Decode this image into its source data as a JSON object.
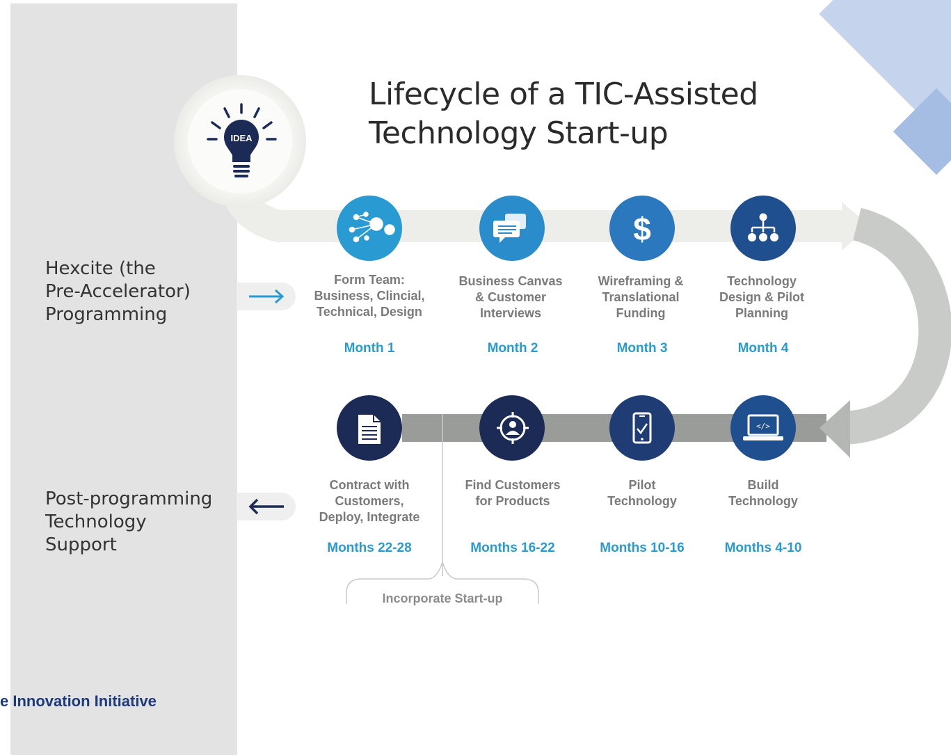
{
  "title": {
    "line1": "Lifecycle of a TIC-Assisted",
    "line2": "Technology Start-up"
  },
  "idea_badge": "IDEA",
  "sections": {
    "pre": {
      "lines": [
        "Hexcite (the",
        "Pre-Accelerator)",
        "Programming"
      ]
    },
    "post": {
      "lines": [
        "Post-programming",
        "Technology",
        "Support"
      ]
    }
  },
  "top_steps": [
    {
      "icon": "network-icon",
      "lines": [
        "Form Team:",
        "Business, Clincial,",
        "Technical, Design"
      ],
      "month": "Month 1"
    },
    {
      "icon": "chat-bubbles-icon",
      "lines": [
        "Business Canvas",
        "& Customer",
        "Interviews"
      ],
      "month": "Month 2"
    },
    {
      "icon": "dollar-icon",
      "lines": [
        "Wireframing &",
        "Translational",
        "Funding"
      ],
      "month": "Month 3"
    },
    {
      "icon": "org-chart-icon",
      "lines": [
        "Technology",
        "Design & Pilot",
        "Planning"
      ],
      "month": "Month 4"
    }
  ],
  "bottom_steps": [
    {
      "icon": "document-icon",
      "lines": [
        "Contract with",
        "Customers,",
        "Deploy, Integrate"
      ],
      "month": "Months 22-28"
    },
    {
      "icon": "target-person-icon",
      "lines": [
        "Find Customers",
        "for Products"
      ],
      "month": "Months 16-22"
    },
    {
      "icon": "mobile-phone-icon",
      "lines": [
        "Pilot",
        "Technology"
      ],
      "month": "Months 10-16"
    },
    {
      "icon": "laptop-code-icon",
      "lines": [
        "Build",
        "Technology"
      ],
      "month": "Months 4-10"
    }
  ],
  "incorporate_label": "Incorporate Start-up",
  "footer_text": "e Innovation Initiative",
  "colors": {
    "light_blue": "#2a9bd2",
    "mid_blue": "#2b78bf",
    "dark_blue": "#1f4f8f",
    "navy": "#1c2b55",
    "panel_gray": "#e3e3e3",
    "footer_blue": "#1f3a7a"
  }
}
